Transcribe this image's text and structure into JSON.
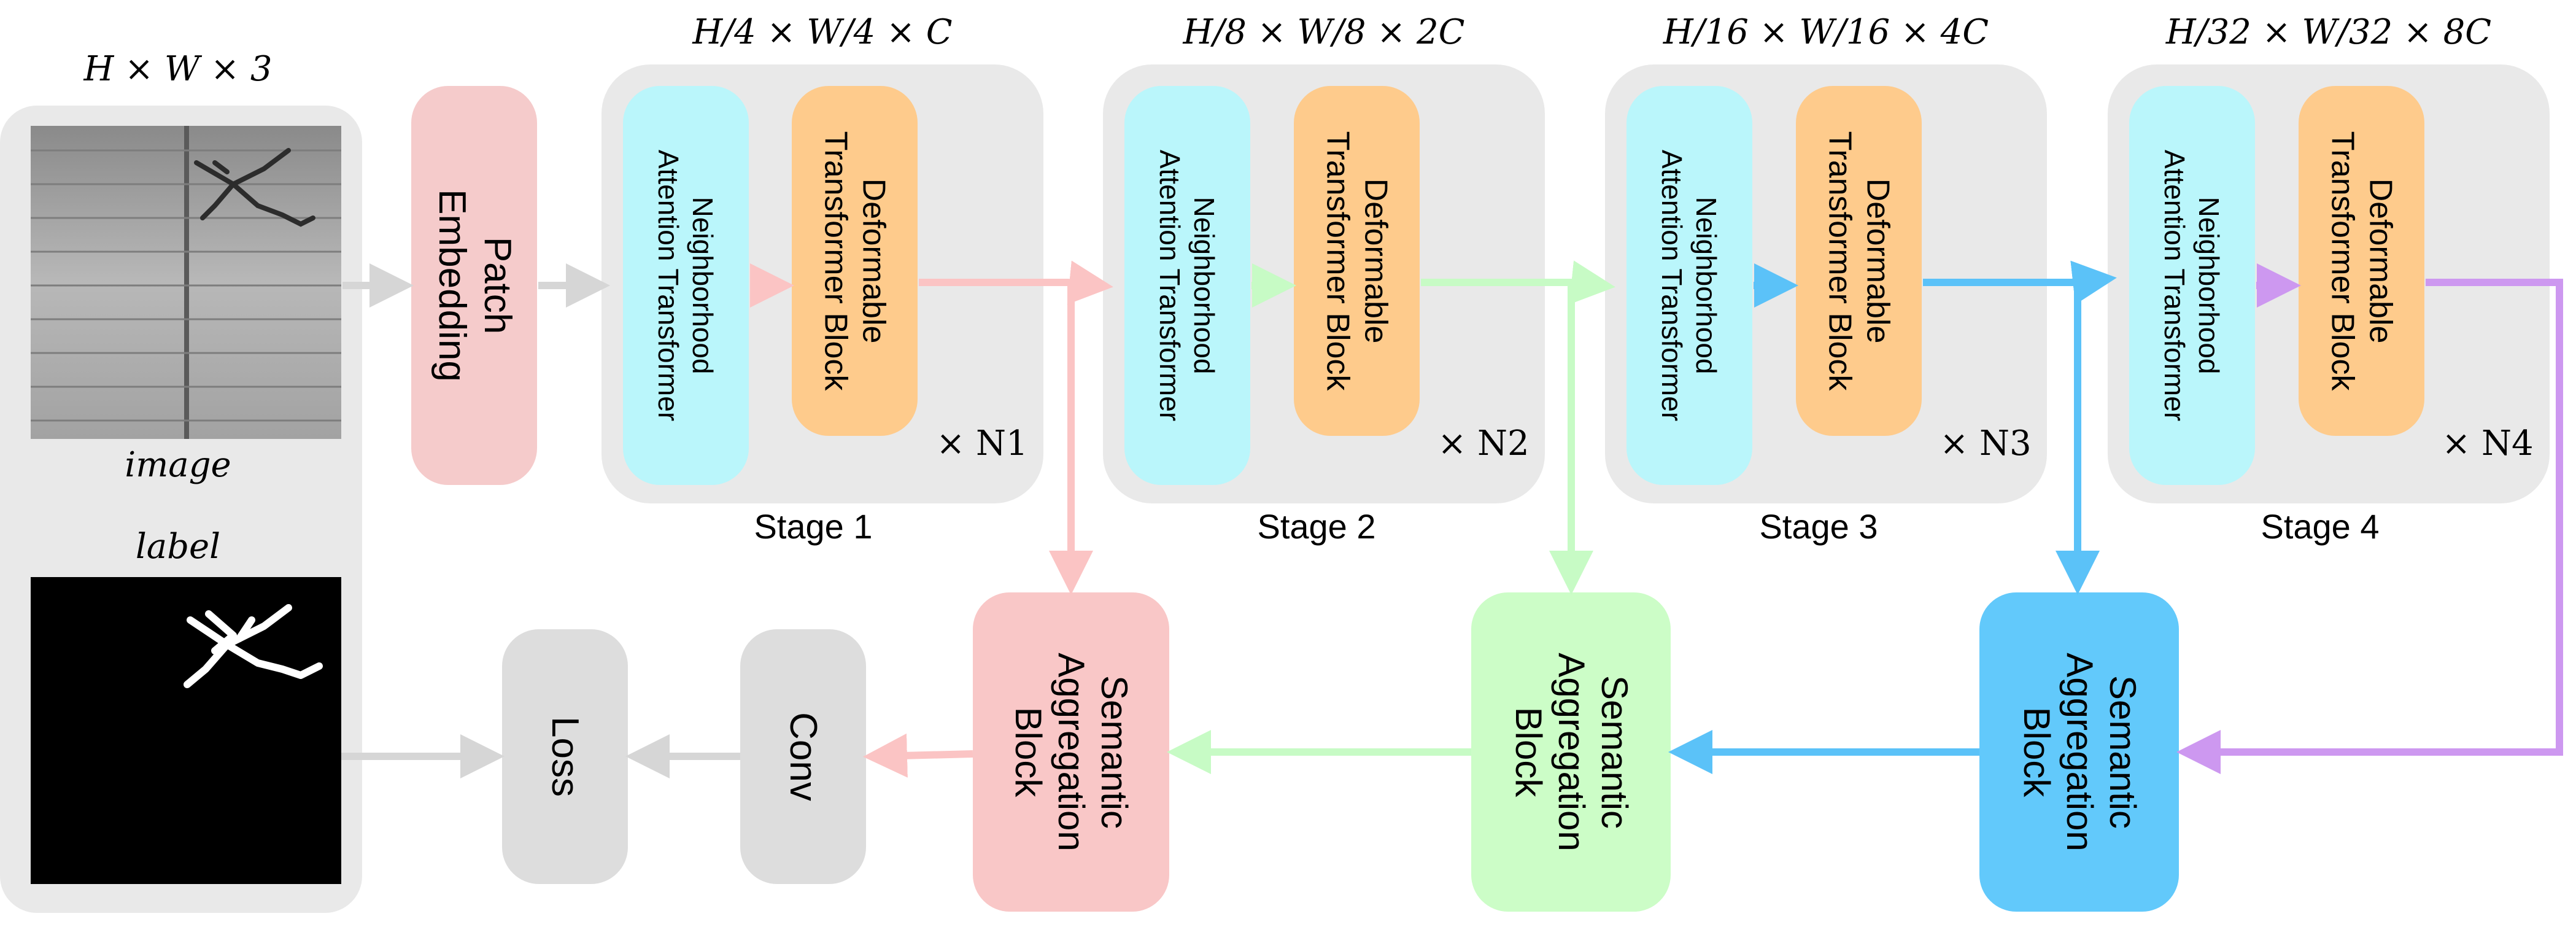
{
  "input": {
    "dim_label": "H × W × 3",
    "image_caption": "image",
    "label_caption": "label"
  },
  "patch_embedding": {
    "label": "Patch\nEmbedding"
  },
  "stages": [
    {
      "dims": "H/4 × W/4 × C",
      "nat": "Neighborhood\nAttention Transformer",
      "dtb": "Deformable\nTransformer Block",
      "repeat": "× N1",
      "name": "Stage 1"
    },
    {
      "dims": "H/8 × W/8 × 2C",
      "nat": "Neighborhood\nAttention Transformer",
      "dtb": "Deformable\nTransformer Block",
      "repeat": "× N2",
      "name": "Stage 2"
    },
    {
      "dims": "H/16 × W/16 × 4C",
      "nat": "Neighborhood\nAttention Transformer",
      "dtb": "Deformable\nTransformer Block",
      "repeat": "× N3",
      "name": "Stage 3"
    },
    {
      "dims": "H/32 × W/32 × 8C",
      "nat": "Neighborhood\nAttention Transformer",
      "dtb": "Deformable\nTransformer Block",
      "repeat": "× N4",
      "name": "Stage 4"
    }
  ],
  "aggregation": [
    {
      "label": "Semantic\nAggregation\nBlock"
    },
    {
      "label": "Semantic\nAggregation\nBlock"
    },
    {
      "label": "Semantic\nAggregation\nBlock"
    }
  ],
  "conv": {
    "label": "Conv"
  },
  "loss": {
    "label": "Loss"
  },
  "colors": {
    "panel": "#e9e9e9",
    "patch_embedding": "#f5cbcb",
    "nat": "#baf6fb",
    "dtb": "#fecb8c",
    "sab1": "#f9c7c7",
    "sab2": "#ccfdc7",
    "sab3": "#62c9fb",
    "gray_block": "#dddddd",
    "arrow_gray": "#d6d6d6",
    "arrow_pink": "#fbc4c4",
    "arrow_green": "#c7fbc5",
    "arrow_blue": "#5bc2f8",
    "arrow_purple": "#cd98f0"
  }
}
